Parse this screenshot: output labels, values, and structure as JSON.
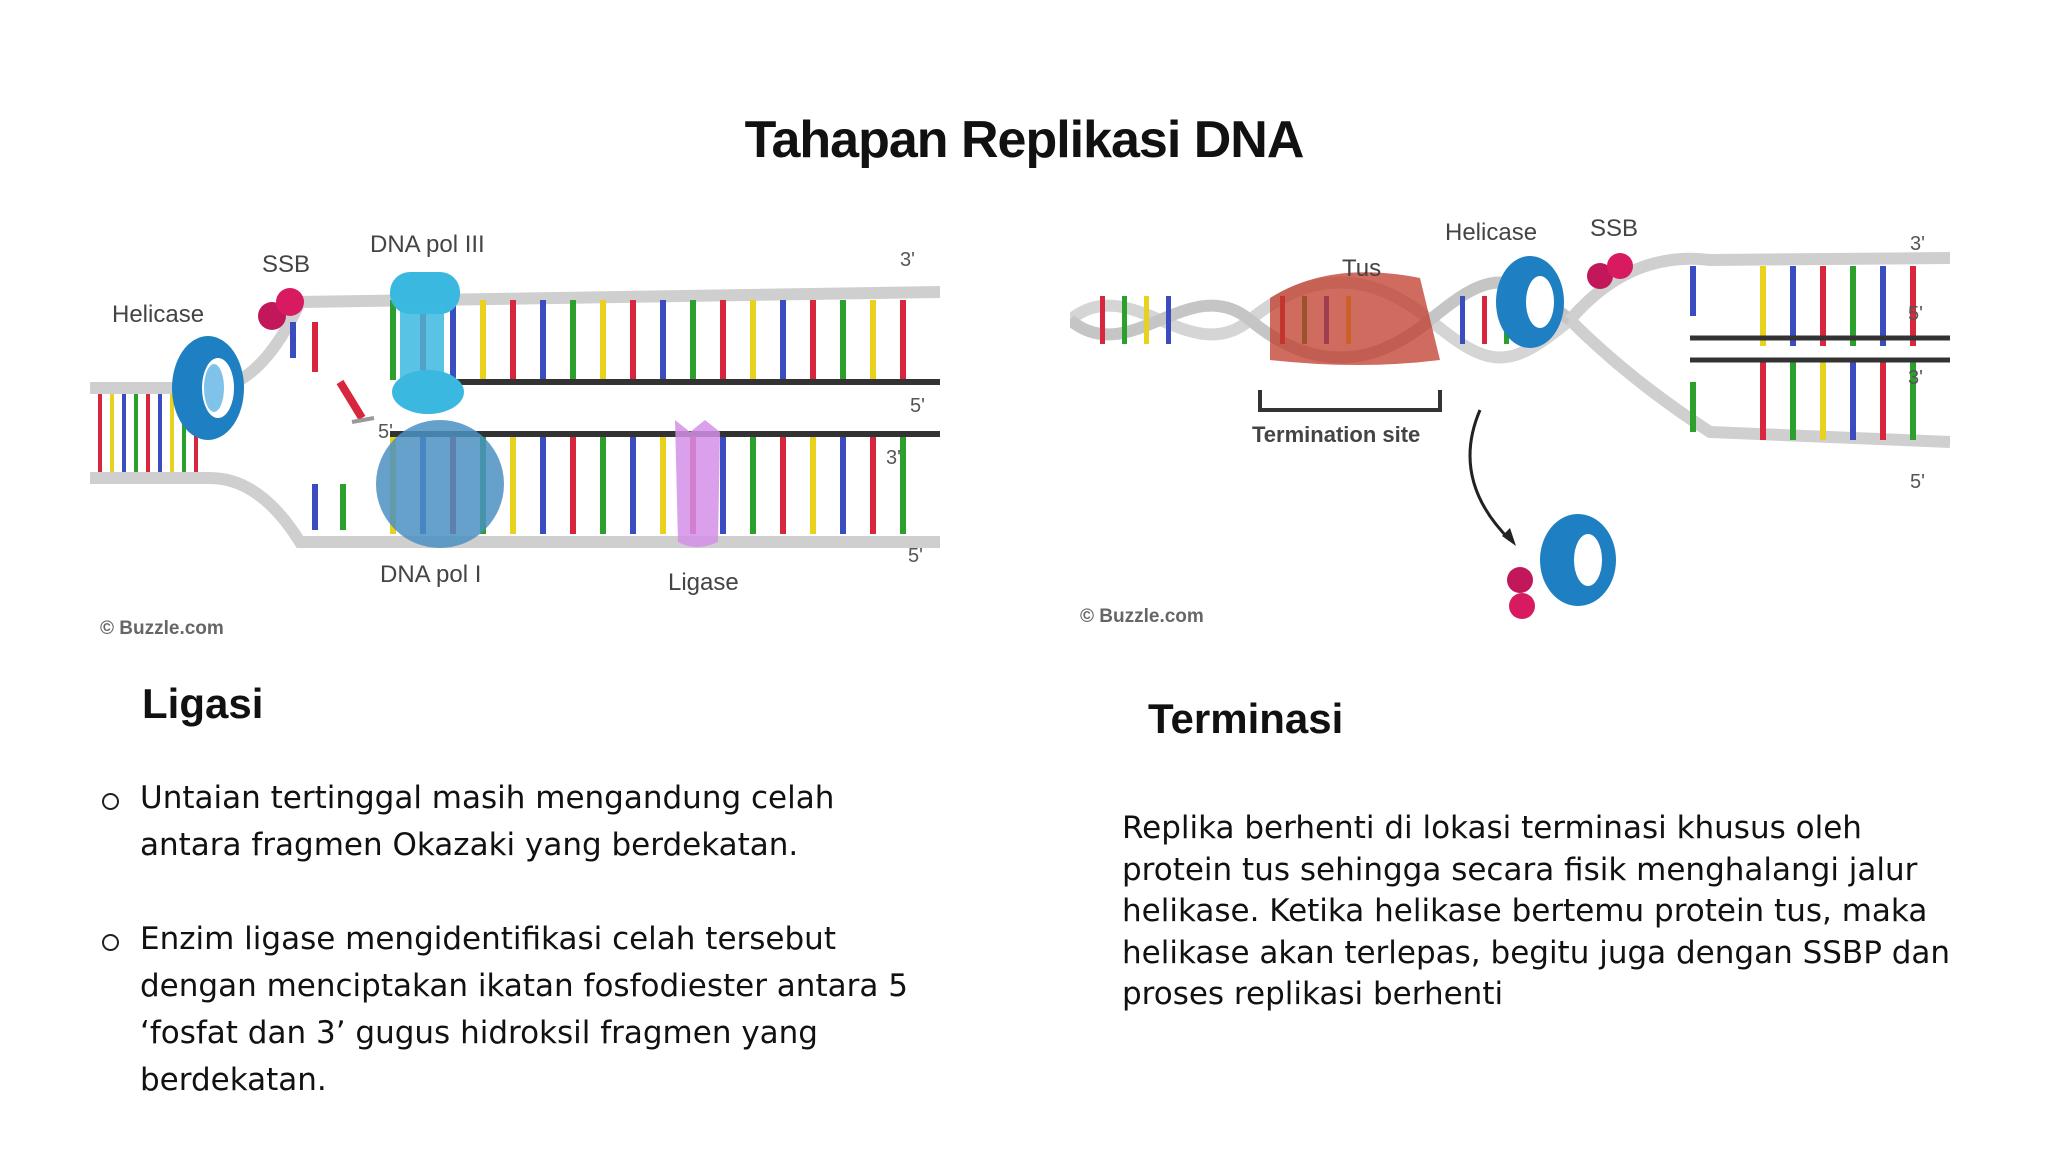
{
  "title": "Tahapan Replikasi DNA",
  "left_figure": {
    "labels": {
      "helicase": "Helicase",
      "ssb": "SSB",
      "dna_pol_iii": "DNA pol III",
      "dna_pol_i": "DNA pol I",
      "ligase": "Ligase",
      "end_3_top": "3'",
      "end_5_mid": "5'",
      "end_5_left": "5'",
      "end_3_mid": "3'",
      "end_5_bottom": "5'"
    },
    "credit": "© Buzzle.com"
  },
  "right_figure": {
    "labels": {
      "helicase": "Helicase",
      "ssb": "SSB",
      "tus": "Tus",
      "termination_site": "Termination site",
      "end_3_top": "3'",
      "end_5_a": "5'",
      "end_3_b": "3'",
      "end_5_bottom": "5'"
    },
    "credit": "© Buzzle.com"
  },
  "ligasi": {
    "heading": "Ligasi",
    "bullets": [
      "Untaian tertinggal masih mengandung celah antara fragmen Okazaki yang berdekatan.",
      "Enzim ligase mengidentifikasi celah tersebut dengan menciptakan ikatan fosfodiester antara 5 ‘fosfat dan 3’ gugus hidroksil fragmen yang berdekatan."
    ]
  },
  "terminasi": {
    "heading": "Terminasi",
    "paragraph": "Replika berhenti di lokasi terminasi khusus oleh protein tus sehingga secara fisik menghalangi jalur helikase.  Ketika helikase bertemu protein tus, maka helikase akan terlepas, begitu juga dengan SSBP dan proses replikasi berhenti"
  },
  "colors": {
    "base_red": "#d7263d",
    "base_blue": "#3b4cc0",
    "base_yellow": "#e8d21d",
    "base_green": "#2ca02c",
    "helicase": "#1e7fc2",
    "ssb": "#c2185b",
    "dna_pol_iii": "#3bb8e0",
    "dna_pol_i": "#4a90c2",
    "ligase": "#d48fe8",
    "tus": "#c0392b"
  }
}
